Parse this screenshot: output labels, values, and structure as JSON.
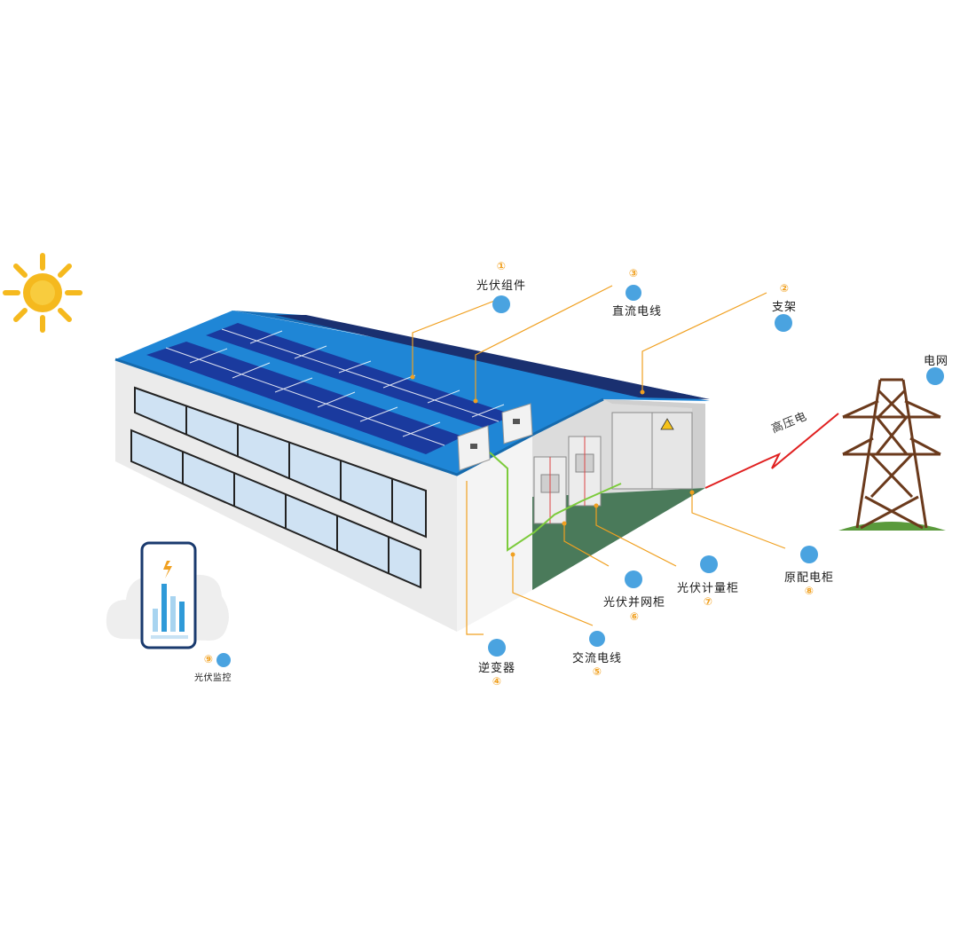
{
  "components": [
    {
      "id": "pv-module",
      "num": "①",
      "label": "光伏组件"
    },
    {
      "id": "bracket",
      "num": "②",
      "label": "支架"
    },
    {
      "id": "dc-cable",
      "num": "③",
      "label": "直流电线"
    },
    {
      "id": "inverter",
      "num": "④",
      "label": "逆变器"
    },
    {
      "id": "ac-cable",
      "num": "⑤",
      "label": "交流电线"
    },
    {
      "id": "grid-cabinet",
      "num": "⑥",
      "label": "光伏并网柜"
    },
    {
      "id": "meter-cabinet",
      "num": "⑦",
      "label": "光伏计量柜"
    },
    {
      "id": "distribution-cabinet",
      "num": "⑧",
      "label": "原配电柜"
    },
    {
      "id": "monitoring",
      "num": "⑨",
      "label": "光伏监控"
    }
  ],
  "grid": {
    "label": "电网"
  },
  "high_voltage": {
    "label": "高压电"
  },
  "colors": {
    "roof": "#1f86d6",
    "panel": "#1a3a9e",
    "wall": "#eeeeee",
    "floor": "#4a7a5a",
    "leader": "#f0a020",
    "ac_wire": "#7ccb3c",
    "hv_wire": "#e02020",
    "tower": "#6b3a1c",
    "sun": "#f5b91e",
    "icon": "#4aa3e0"
  }
}
